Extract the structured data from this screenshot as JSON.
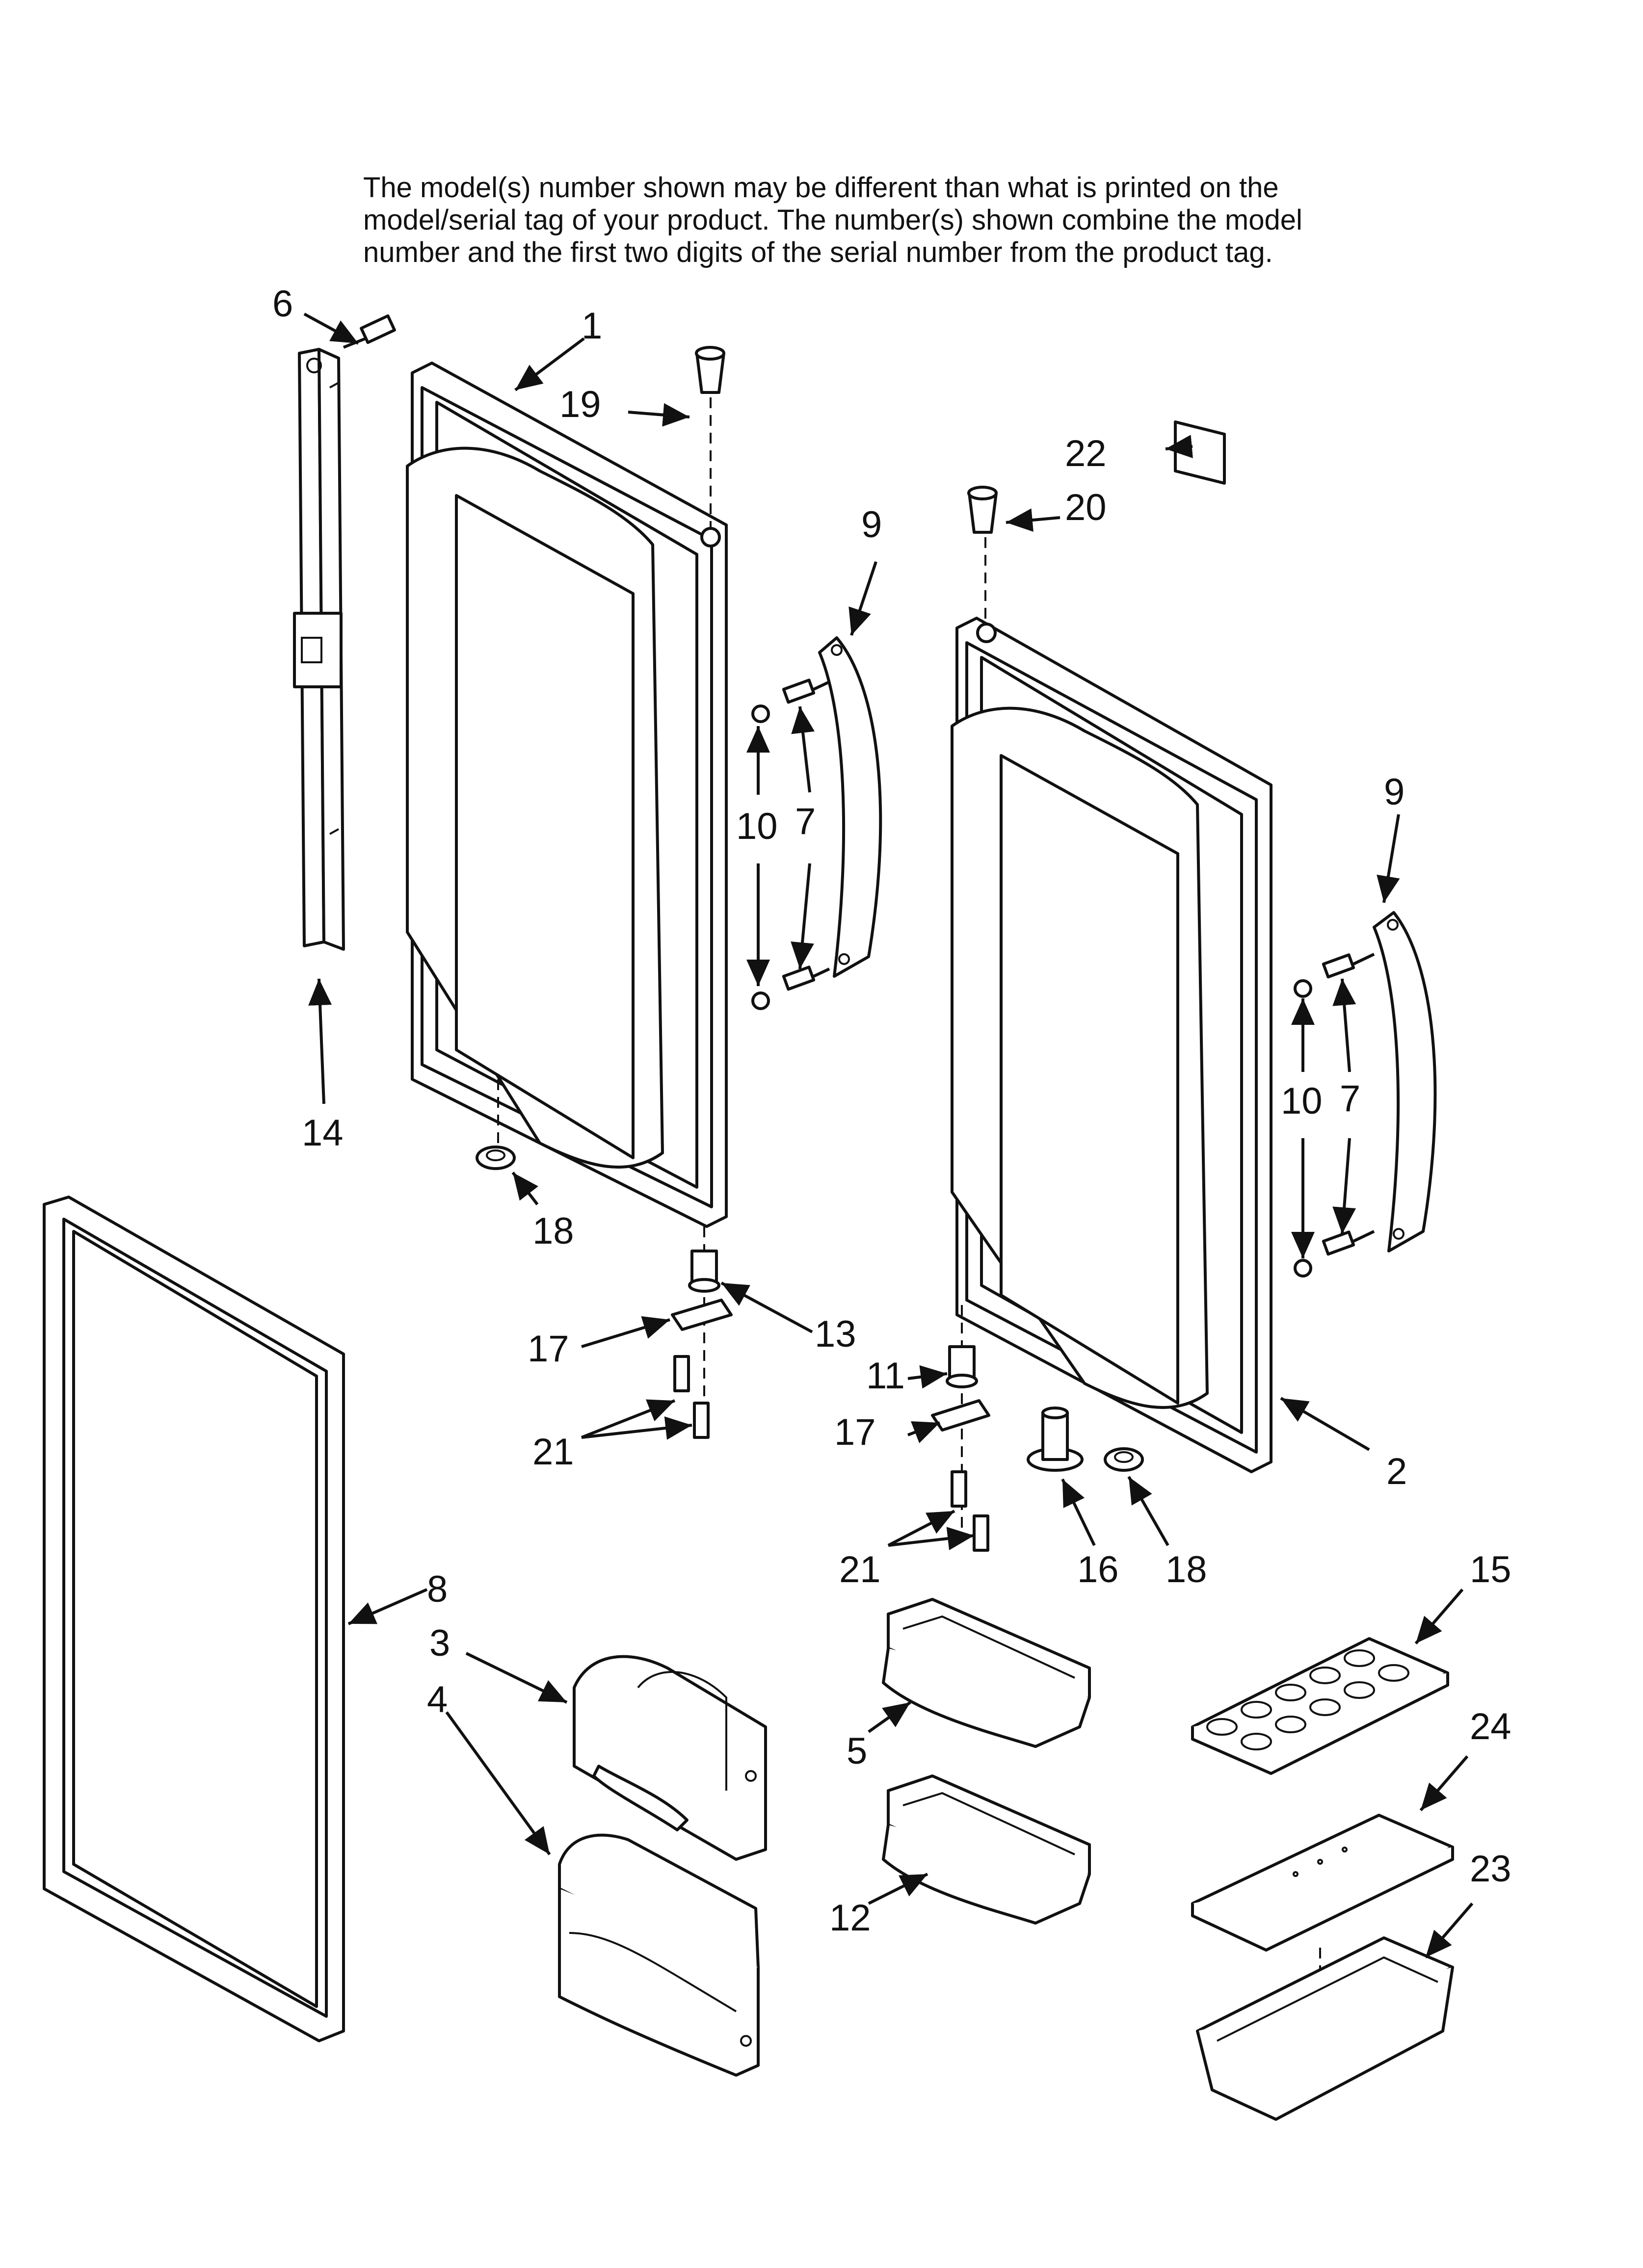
{
  "notice": {
    "line1": "The model(s) number shown may be different than what is printed on the",
    "line2": "model/serial tag of your product. The number(s) shown combine the model",
    "line3": "number and the first two digits of the serial number from the product tag."
  },
  "callouts": {
    "c1": "1",
    "c2": "2",
    "c3": "3",
    "c4": "4",
    "c5": "5",
    "c6": "6",
    "c7a": "7",
    "c7b": "7",
    "c8": "8",
    "c9a": "9",
    "c9b": "9",
    "c10a": "10",
    "c10b": "10",
    "c11": "11",
    "c12": "12",
    "c13": "13",
    "c14": "14",
    "c15": "15",
    "c16": "16",
    "c17a": "17",
    "c17b": "17",
    "c18a": "18",
    "c18b": "18",
    "c19": "19",
    "c20": "20",
    "c21a": "21",
    "c21b": "21",
    "c22": "22",
    "c23": "23",
    "c24": "24"
  }
}
